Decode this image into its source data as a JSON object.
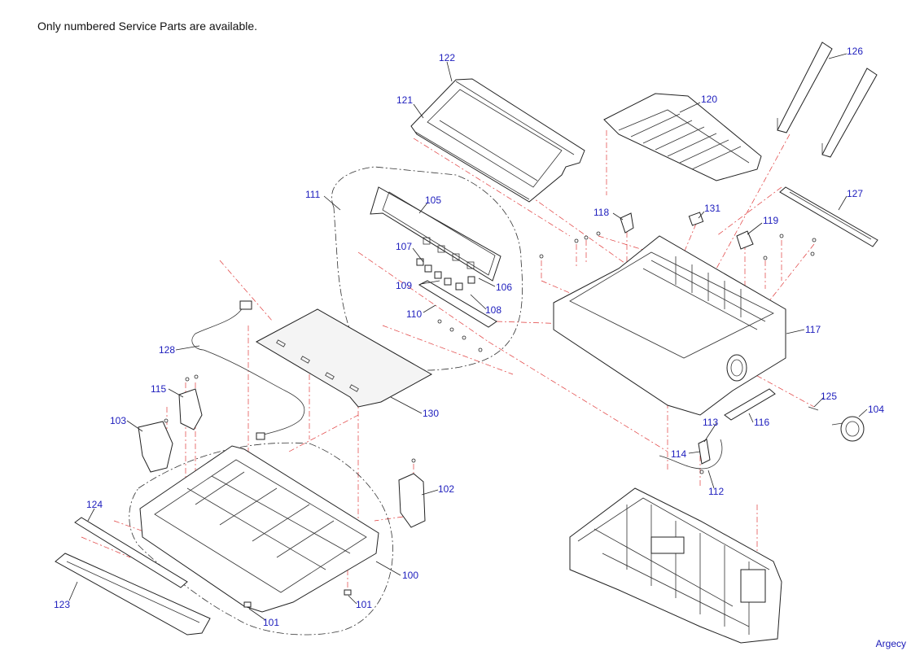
{
  "title": "Only numbered Service Parts are available.",
  "watermark": "Argecy",
  "labels": [
    "100",
    "101",
    "101",
    "102",
    "103",
    "104",
    "105",
    "106",
    "107",
    "108",
    "109",
    "110",
    "111",
    "112",
    "113",
    "114",
    "115",
    "116",
    "117",
    "118",
    "119",
    "120",
    "121",
    "122",
    "123",
    "124",
    "125",
    "126",
    "127",
    "128",
    "130",
    "131"
  ]
}
